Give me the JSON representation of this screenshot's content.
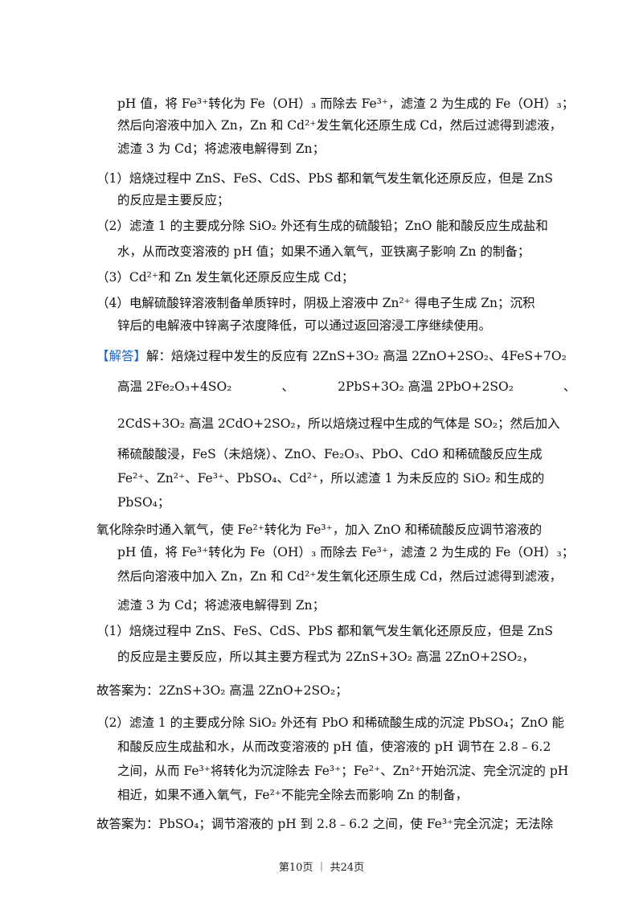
{
  "lines": [
    {
      "text": "pH 值，将 Fe³⁺转化为 Fe（OH）₃ 而除去 Fe³⁺，滤渣 2 为生成的 Fe（OH）₃；",
      "indent": 1
    },
    {
      "text": "然后向溶液中加入 Zn，Zn 和 Cd²⁺发生氧化还原生成 Cd，然后过滤得到滤液，",
      "indent": 1
    },
    {
      "text": "滤渣 3 为 Cd；将滤液电解得到 Zn；",
      "indent": 1
    },
    {
      "text": "（1）焙烧过程中 ZnS、FeS、CdS、PbS 都和氧气发生氧化还原反应，但是 ZnS",
      "indent": 0
    },
    {
      "text": "的反应是主要反应；",
      "indent": 1
    },
    {
      "text": "（2）滤渣 1 的主要成分除 SiO₂ 外还有生成的硫酸铅；ZnO 能和酸反应生成盐和",
      "indent": 0
    },
    {
      "text": "水，从而改变溶液的 pH 值；如果不通入氧气，亚铁离子影响 Zn 的制备；",
      "indent": 1
    },
    {
      "text": "（3）Cd²⁺和 Zn 发生氧化还原反应生成 Cd；",
      "indent": 0
    },
    {
      "text": "（4）电解硫酸锌溶液制备单质锌时，阴极上溶液中 Zn²⁺ 得电子生成 Zn；沉积",
      "indent": 0
    },
    {
      "text": "锌后的电解液中锌离子浓度降低，可以通过返回溶浸工序继续使用。",
      "indent": 1
    },
    {
      "tag": "【解答】",
      "text": "解：焙烧过程中发生的反应有 2ZnS+3O₂ 高温 2ZnO+2SO₂、4FeS+7O₂",
      "indent": 0
    },
    {
      "text": "高温 2Fe₂O₃+4SO₂　　　　、　　　　2PbS+3O₂ 高温 2PbO+2SO₂　　　　、",
      "indent": 1
    },
    {
      "text": "2CdS+3O₂ 高温 2CdO+2SO₂，所以焙烧过程中生成的气体是 SO₂；然后加入",
      "indent": 1
    },
    {
      "text": "稀硫酸酸浸，FeS（未焙烧）、ZnO、Fe₂O₃、PbO、CdO 和稀硫酸反应生成",
      "indent": 1
    },
    {
      "text": "Fe²⁺、Zn²⁺、Fe³⁺、PbSO₄、Cd²⁺，所以滤渣 1 为未反应的 SiO₂ 和生成的",
      "indent": 1
    },
    {
      "text": "PbSO₄；",
      "indent": 1
    },
    {
      "text": "氧化除杂时通入氧气，使 Fe²⁺转化为 Fe³⁺，加入 ZnO 和稀硫酸反应调节溶液的",
      "indent": 0
    },
    {
      "text": "pH 值，将 Fe³⁺转化为 Fe（OH）₃ 而除去 Fe³⁺，滤渣 2 为生成的 Fe（OH）₃；",
      "indent": 1
    },
    {
      "text": "然后向溶液中加入 Zn，Zn 和 Cd²⁺发生氧化还原生成 Cd，然后过滤得到滤液，",
      "indent": 1
    },
    {
      "text": "滤渣 3 为 Cd；将滤液电解得到 Zn；",
      "indent": 1
    },
    {
      "text": "（1）焙烧过程中 ZnS、FeS、CdS、PbS 都和氧气发生氧化还原反应，但是 ZnS",
      "indent": 0
    },
    {
      "text": "的反应是主要反应，所以其主要方程式为 2ZnS+3O₂ 高温 2ZnO+2SO₂，",
      "indent": 1
    },
    {
      "text": "故答案为：2ZnS+3O₂ 高温 2ZnO+2SO₂；",
      "indent": 0
    },
    {
      "text": "（2）滤渣 1 的主要成分除 SiO₂ 外还有 PbO 和稀硫酸生成的沉淀 PbSO₄；ZnO 能",
      "indent": 0
    },
    {
      "text": "和酸反应生成盐和水，从而改变溶液的 pH 值，使溶液的 pH 调节在 2.8﹣6.2",
      "indent": 1
    },
    {
      "text": "之间，从而 Fe³⁺将转化为沉淀除去 Fe³⁺；Fe²⁺、Zn²⁺开始沉淀、完全沉淀的 pH",
      "indent": 1
    },
    {
      "text": "相近，如果不通入氧气，Fe²⁺不能完全除去而影响 Zn 的制备，",
      "indent": 1
    },
    {
      "text": "故答案为：PbSO₄；调节溶液的 pH 到 2.8﹣6.2 之间，使 Fe³⁺完全沉淀；无法除",
      "indent": 0
    }
  ],
  "footer": "第10页 ｜ 共24页"
}
